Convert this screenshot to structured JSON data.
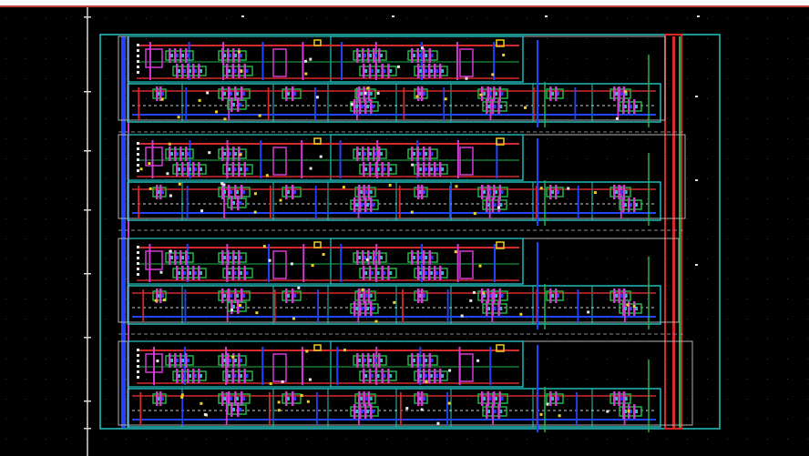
{
  "viewer": {
    "background": "#000000",
    "top_bar_color": "#c04040",
    "grid_dot_color": "#3a3a3a"
  },
  "layers": {
    "boundary": "#26c6c6",
    "metal1": "#2244ff",
    "metal2": "#d42a2a",
    "poly": "#d43ad4",
    "diffusion": "#22b24a",
    "contact": "#f0d020",
    "via": "#e8e8e8"
  },
  "layout": {
    "cell_rows": 4,
    "subrows_per_cell": 2,
    "rulers": "visible"
  }
}
